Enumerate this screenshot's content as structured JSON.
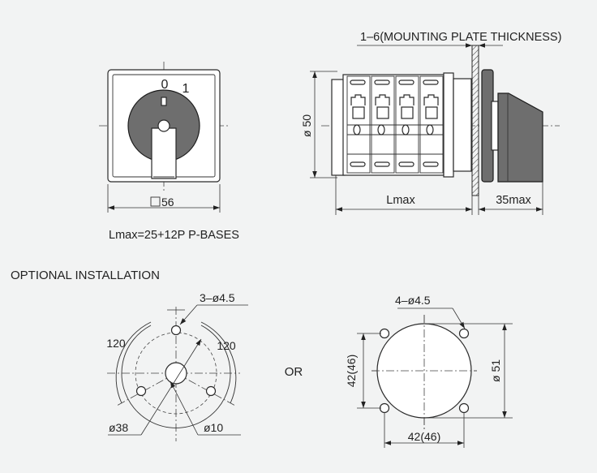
{
  "labels": {
    "plate": "1–6(MOUNTING PLATE THICKNESS)",
    "pos0": "0",
    "pos1": "1",
    "sq56": "56",
    "dia50": "ø 50",
    "lmax": "Lmax",
    "max35": "35max",
    "formula": "Lmax=25+12P  P-BASES",
    "optional": "OPTIONAL INSTALLATION",
    "holes3": "3–ø4.5",
    "a120l": "120",
    "a120r": "120",
    "d38": "ø38",
    "d10": "ø10",
    "or": "OR",
    "holes4": "4–ø4.5",
    "s42v": "42(46)",
    "s42h": "42(46)",
    "d51": "ø 51"
  }
}
